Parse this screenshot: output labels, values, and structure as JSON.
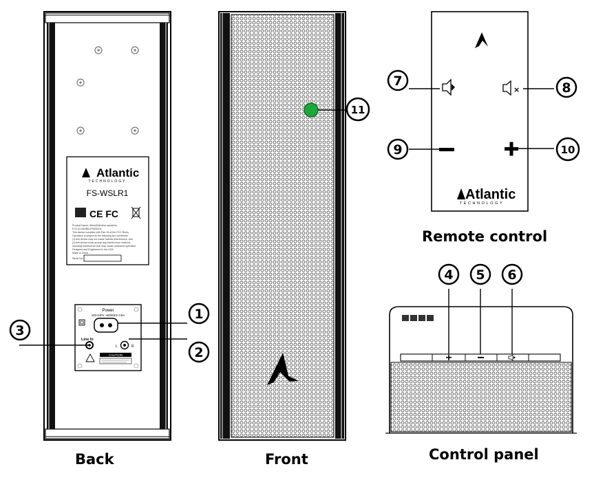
{
  "captions": {
    "back": "Back",
    "front": "Front",
    "remote": "Remote control",
    "panel": "Control panel"
  },
  "callouts": {
    "c1": "1",
    "c2": "2",
    "c3": "3",
    "c4": "4",
    "c5": "5",
    "c6": "6",
    "c7": "7",
    "c8": "8",
    "c9": "9",
    "c10": "10",
    "c11": "11"
  },
  "back_label": {
    "brand": "Atlantic",
    "brand_sub": "TECHNOLOGY",
    "model": "FS-WSLR1",
    "cert": "CE FC",
    "line1": "Product Name: Wired/Wireless speakers",
    "line2": "FCC ID:2AHBB-FSWSLR1",
    "line3": "This device complies with Part 15 of the FCC Rules.",
    "line4": "Operation is subject to the following two conditions:",
    "line5": "(1) this device may not cause harmful interference, and",
    "line6": "(2) this device must accept any interference received,",
    "line7": "including interference that may cause undesired operation.",
    "line8": "Designed and Engineered in the USA",
    "line9": "Made in China",
    "serial": "Serial No:"
  },
  "back_panel": {
    "power": "Power",
    "rating": "100-240V ~50/60Hz 0.8A",
    "line_in": "Line In",
    "l": "L",
    "r": "R",
    "caution": "CAUTION"
  },
  "remote_brand": {
    "brand": "Atlantic",
    "brand_sub": "TECHNOLOGY"
  },
  "colors": {
    "led": "#1aa83a",
    "ink": "#000000",
    "grille": "#555555"
  },
  "icons": {
    "remote_source": "source-icon",
    "remote_mute": "mute-icon",
    "remote_minus": "minus-icon",
    "remote_plus": "plus-icon",
    "panel_plus": "plus-icon",
    "panel_minus": "minus-icon",
    "panel_source": "source-icon"
  }
}
